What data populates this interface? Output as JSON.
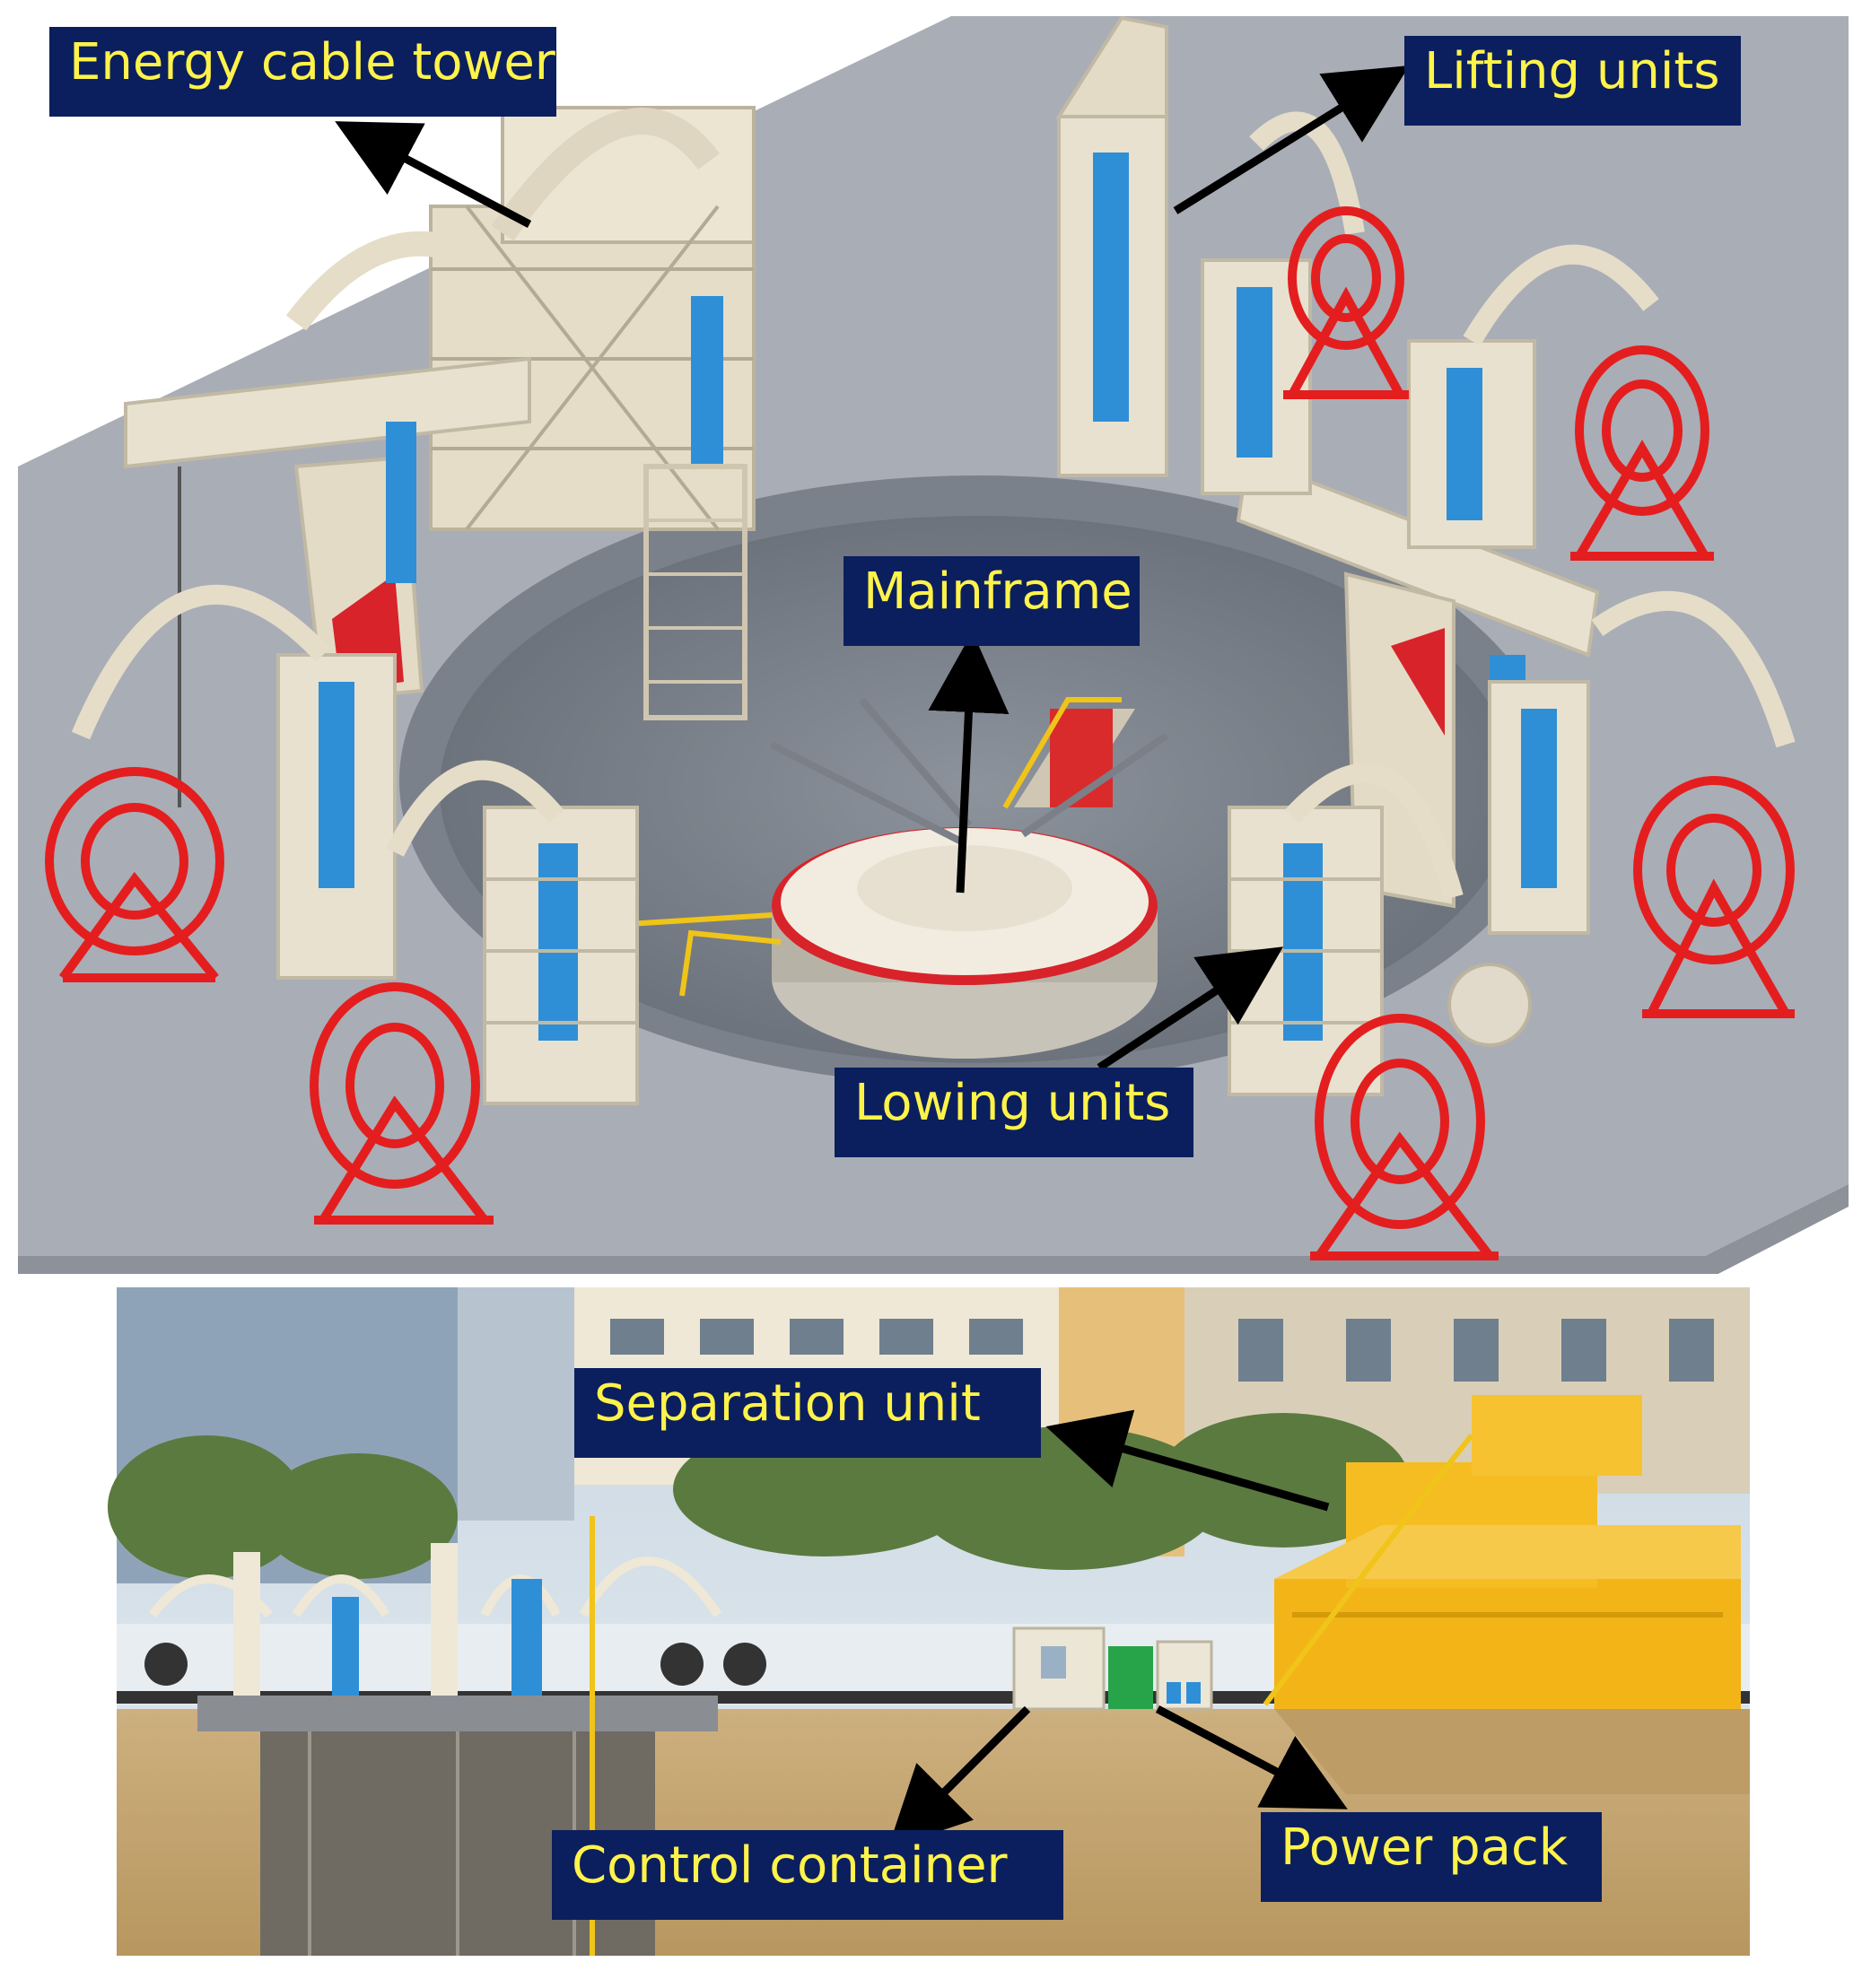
{
  "labels": {
    "energy_cable_tower": "Energy cable tower",
    "lifting_units": "Lifting units",
    "mainframe": "Mainframe",
    "lowing_units": "Lowing units",
    "separation_unit": "Separation unit",
    "control_container": "Control container",
    "power_pack": "Power pack"
  },
  "colors": {
    "label_background": "#0b1f5e",
    "label_text": "#fff34a",
    "platform": "#a9adb6",
    "machine_frame": "#e8e1cf",
    "cylinder": "#2f8fd6",
    "cable_reel": "#e41e1e",
    "separation_unit": "#f3b417",
    "soil": "#c9aa79"
  }
}
